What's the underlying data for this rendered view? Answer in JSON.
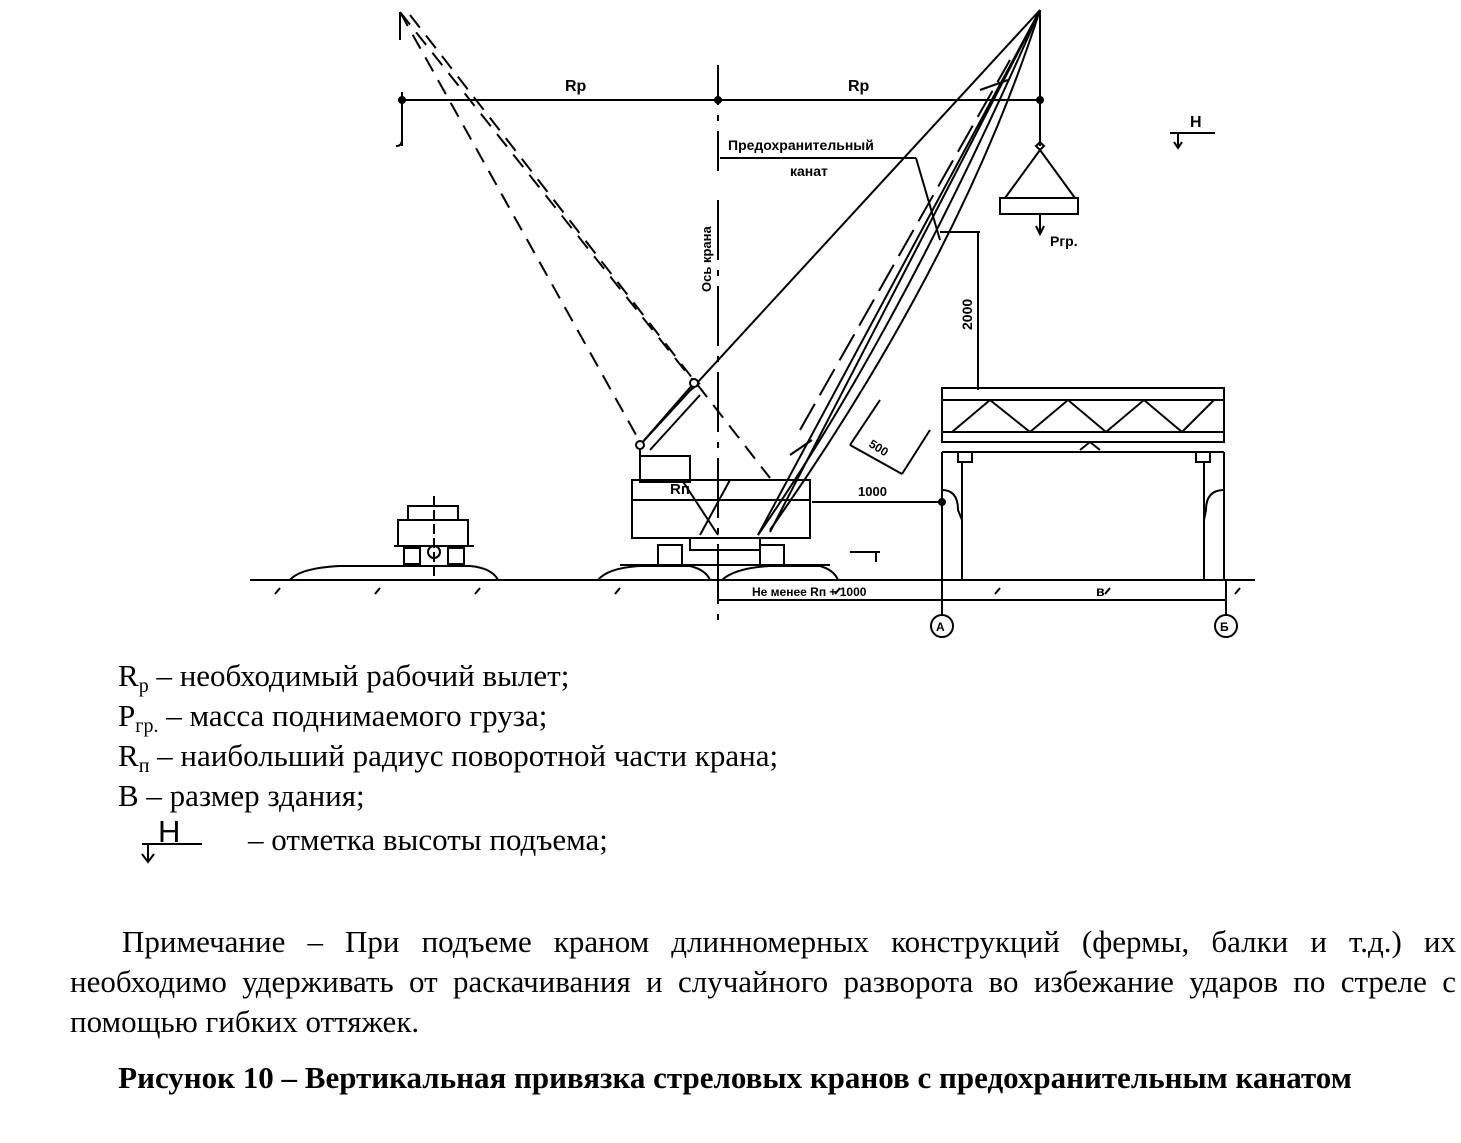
{
  "figure": {
    "labels": {
      "rp_left": "Rp",
      "rp_right": "Rp",
      "safety_rope": "Предохранительный",
      "safety_rope_2": "канат",
      "crane_axis": "Ось крана",
      "height_mark": "H",
      "load": "Pгр.",
      "dim_2000": "2000",
      "dim_500": "500",
      "dim_1000": "1000",
      "rn": "Rп",
      "not_less": "Не менее Rп + 1000",
      "b_dim": "в",
      "axis_a": "А",
      "axis_b": "Б"
    }
  },
  "legend": {
    "rp": {
      "symbol": "R",
      "sub": "р",
      "text": " – необходимый рабочий вылет;"
    },
    "pgr": {
      "symbol": "P",
      "sub": "гр.",
      "text": " – масса поднимаемого груза;"
    },
    "rn": {
      "symbol": "R",
      "sub": "п",
      "text": " – наибольший радиус поворотной части крана;"
    },
    "b": {
      "text": "В – размер здания;"
    },
    "mark": {
      "letter": "H",
      "text": "– отметка высоты подъема;"
    }
  },
  "note": "Примечание – При подъеме краном длинномерных конструкций (фермы, балки и т.д.) их необходимо удерживать от раскачивания и случайного разворота во избежание ударов по стреле с помощью гибких оттяжек.",
  "caption": "Рисунок 10 – Вертикальная привязка стреловых кранов с предохранительным канатом"
}
